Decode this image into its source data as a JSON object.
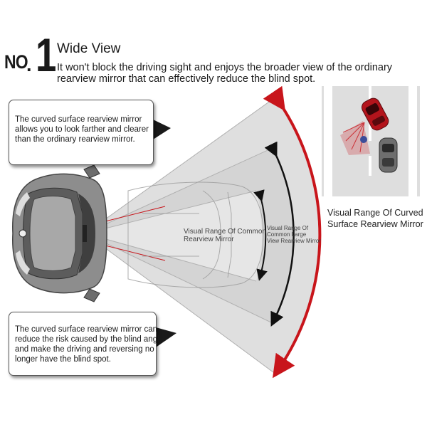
{
  "header": {
    "no_label": "NO",
    "no_dot": ".",
    "number": "1",
    "title": "Wide View",
    "description_line1": "It won't block the driving sight and enjoys the broader view of the ordinary",
    "description_line2": "rearview mirror that can effectively reduce the blind spot."
  },
  "callouts": {
    "top": {
      "lines": [
        "The curved surface rearview mirror",
        "allows you to look farther and clearer",
        "than the ordinary rearview mirror."
      ]
    },
    "bottom": {
      "lines": [
        "The curved surface rearview mirror can",
        "reduce the risk caused by the blind angle",
        "and make the driving and reversing no",
        "longer have the blind spot."
      ]
    }
  },
  "diagram": {
    "common_range_label": [
      "Visual Range Of Common",
      "Rearview Mirror"
    ],
    "large_range_label": [
      "Visual Range Of",
      "Common Large",
      "View Rearview Mirror"
    ],
    "arc_color": "#c8151b",
    "fan_color": "#d9d9d9"
  },
  "inset": {
    "caption": [
      "Visual Range Of Curved",
      "Surface Rearview Mirror"
    ],
    "red_car_color": "#b3141c"
  },
  "icons": [
    "car-icon",
    "arrow-icon"
  ]
}
